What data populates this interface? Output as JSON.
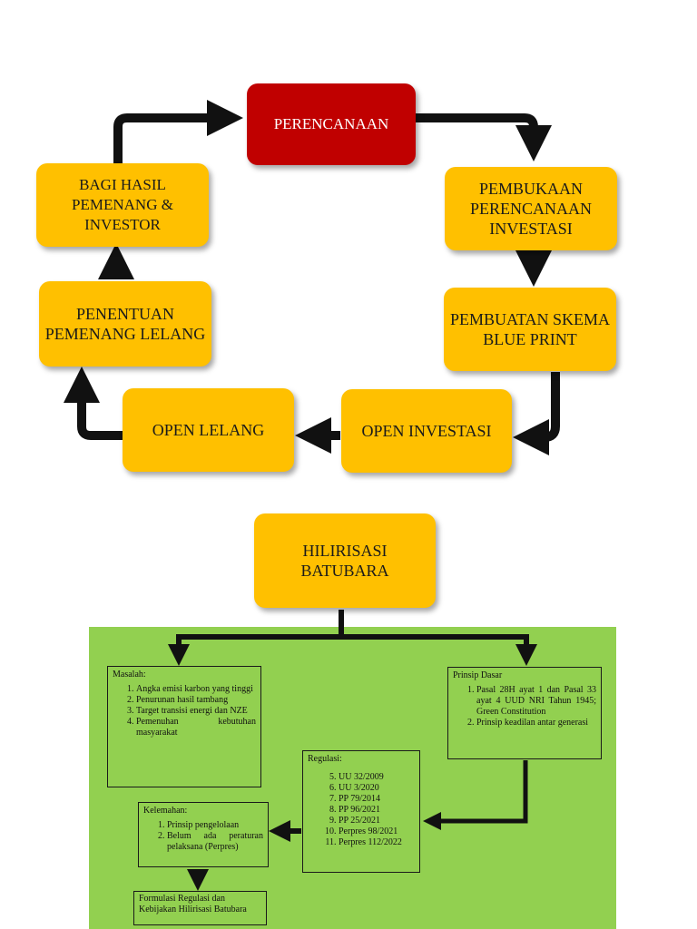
{
  "cycle": {
    "perencanaan": "PERENCANAAN",
    "pembukaan": "PEMBUKAAN PERENCANAAN INVESTASI",
    "pembuatan": "PEMBUATAN SKEMA BLUE PRINT",
    "open_investasi": "OPEN INVESTASI",
    "open_lelang": "OPEN LELANG",
    "penentuan": "PENENTUAN PEMENANG LELANG",
    "bagi_hasil": "BAGI HASIL PEMENANG & INVESTOR"
  },
  "hilirisasi": {
    "title": "HILIRISASI BATUBARA"
  },
  "masalah": {
    "title": "Masalah:",
    "items": [
      "Angka emisi karbon yang tinggi",
      "Penurunan hasil tambang",
      "Target transisi energi dan NZE",
      "Pemenuhan kebutuhan masyarakat"
    ]
  },
  "prinsip": {
    "title": "Prinsip Dasar",
    "items": [
      "Pasal 28H ayat 1 dan Pasal 33 ayat 4 UUD NRI Tahun 1945; Green Constitution",
      "Prinsip keadilan antar generasi"
    ]
  },
  "regulasi": {
    "title": "Regulasi:",
    "items": [
      "UU 32/2009",
      "UU 3/2020",
      "PP 79/2014",
      "PP 96/2021",
      "PP 25/2021",
      "Perpres 98/2021",
      "Perpres 112/2022"
    ]
  },
  "kelemahan": {
    "title": "Kelemahan:",
    "items": [
      "Prinsip pengelolaan",
      "Belum ada peraturan pelaksana (Perpres)"
    ]
  },
  "formulasi": {
    "text": "Formulasi Regulasi dan Kebijakan Hilirisasi Batubara"
  },
  "colors": {
    "box_yellow": "#ffc000",
    "box_red": "#c00000",
    "panel_green": "#92d050",
    "arrow": "#111111"
  }
}
